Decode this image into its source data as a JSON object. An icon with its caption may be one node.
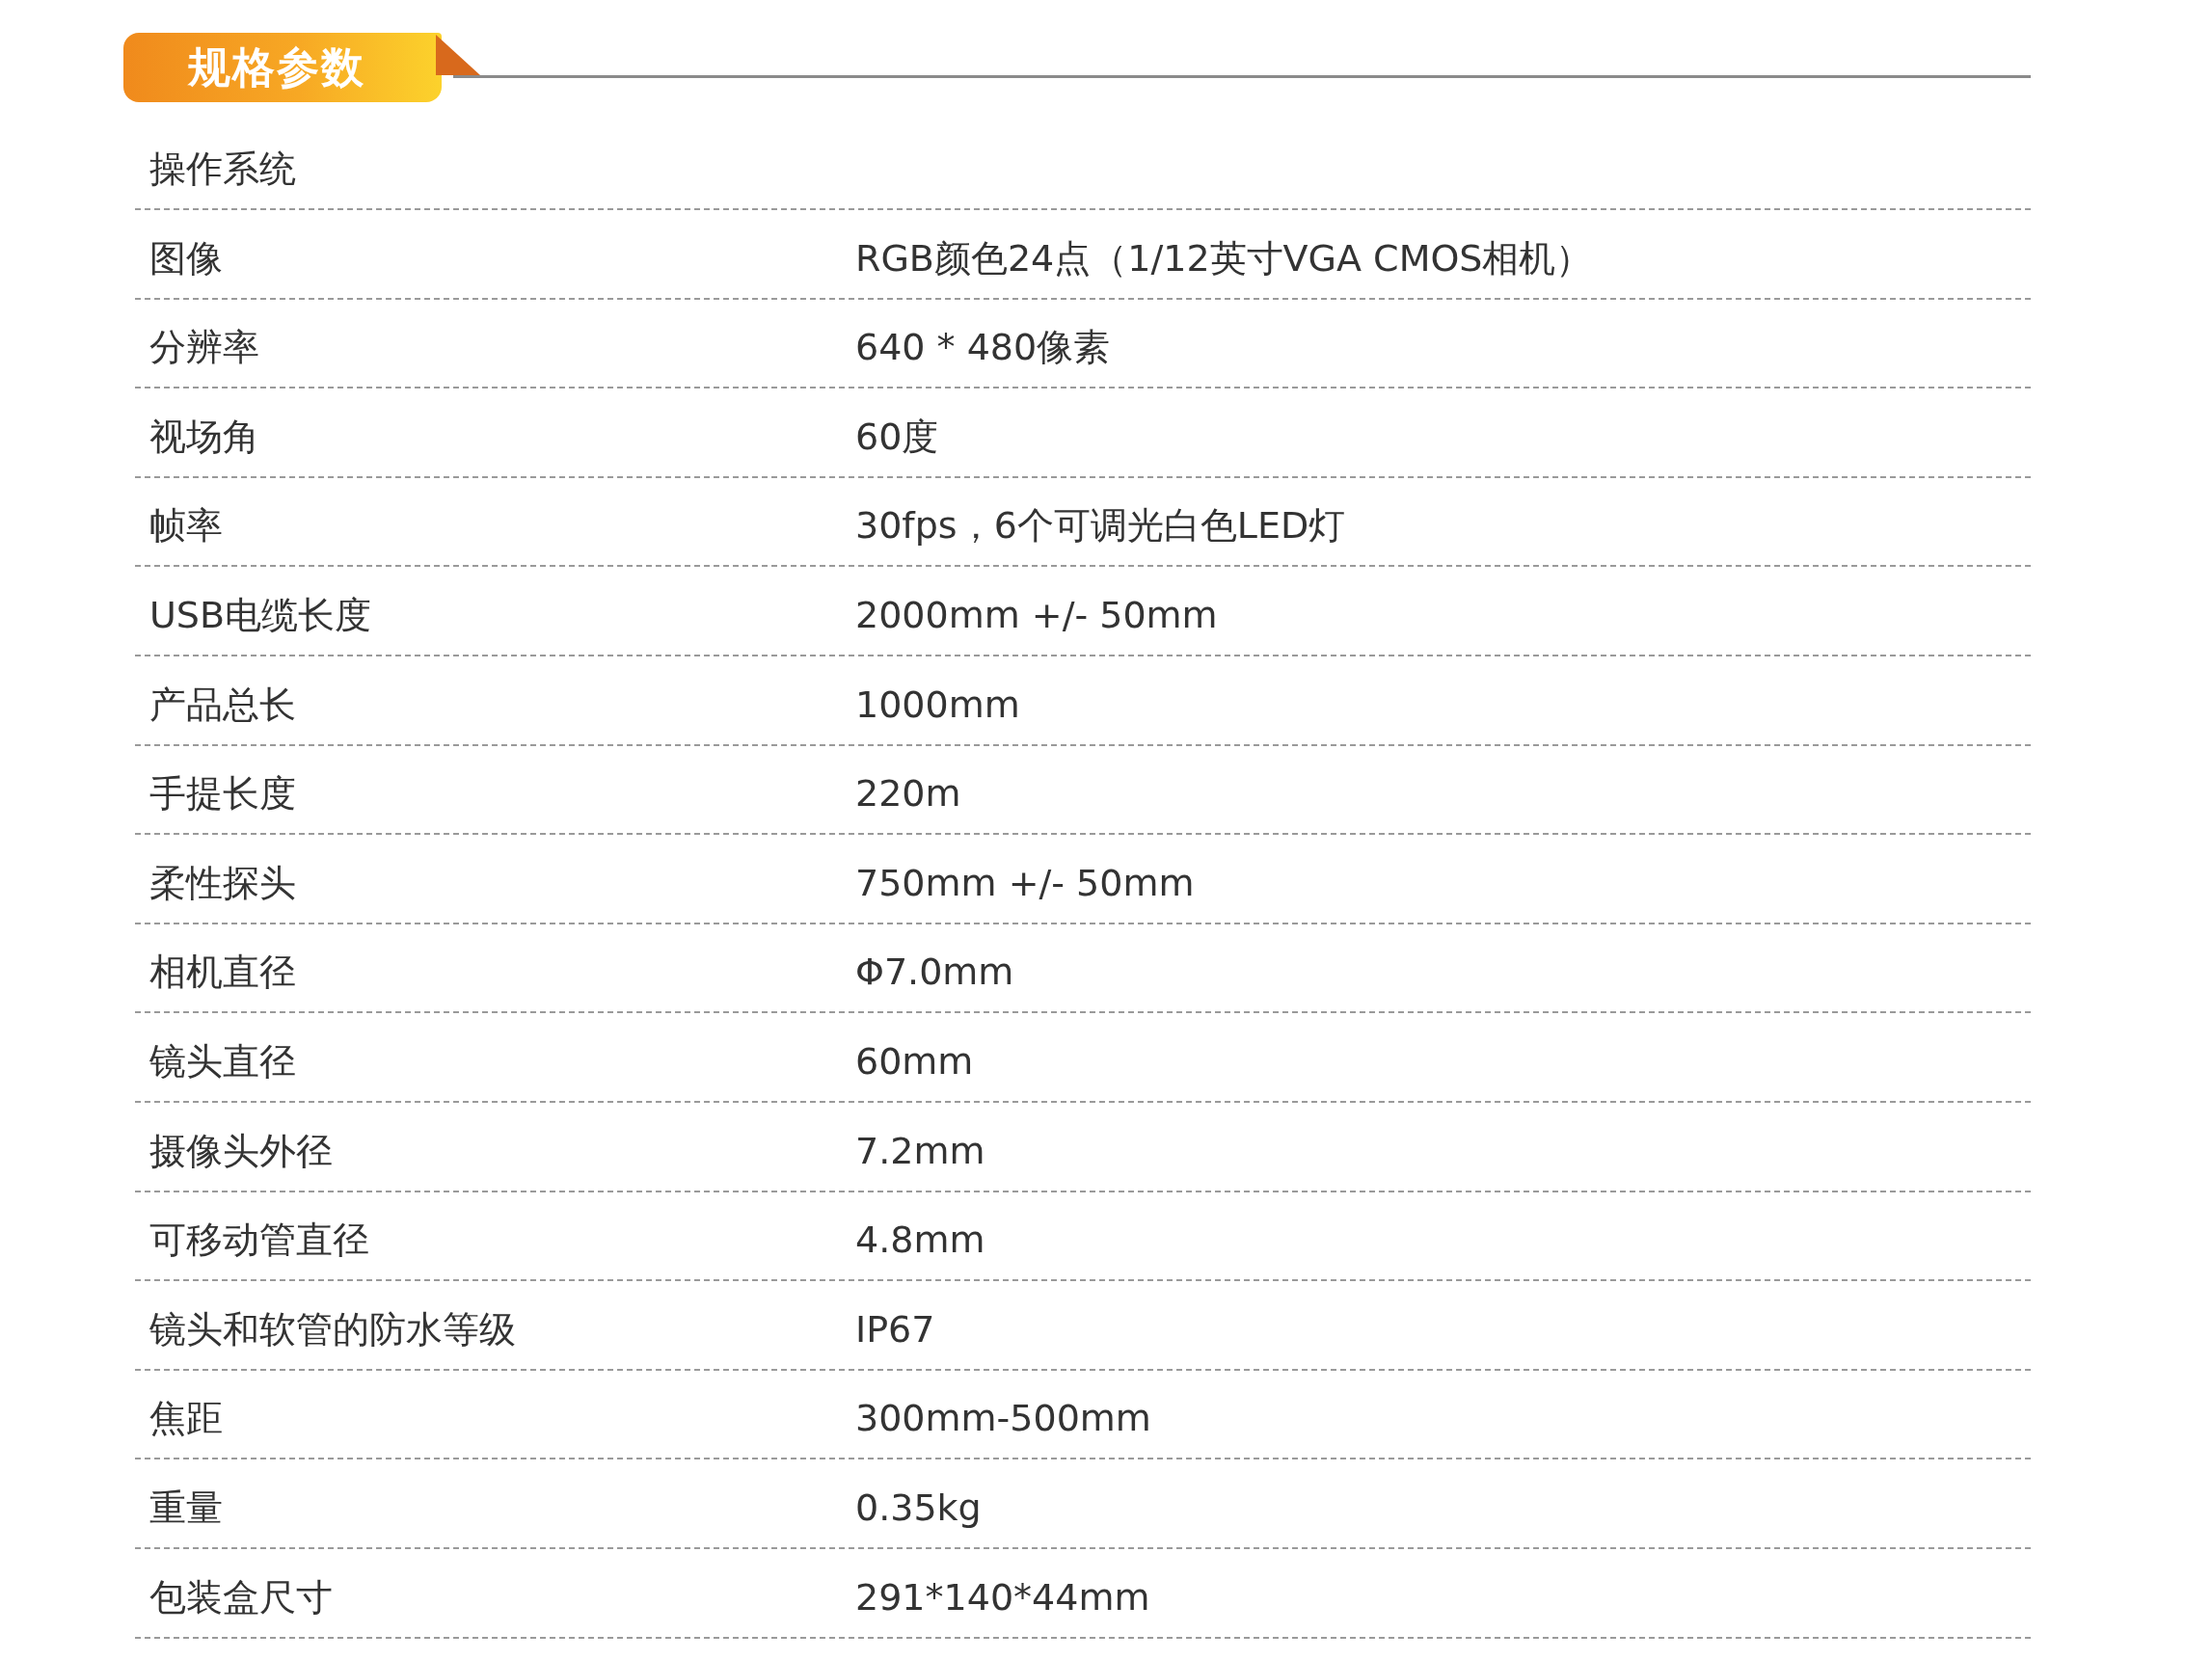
{
  "diagram": {
    "title": "规格参数",
    "labels": [
      "操作系统",
      "图像",
      "RGB颜色24点（1/12英寸VGA CMOS相机）",
      "分辨率",
      "640 * 480像素",
      "视场角",
      "60度",
      "帧率",
      "30fps，6个可调光白色LED灯",
      "USB电缆长度",
      "2000mm +/- 50mm",
      "产品总长",
      "1000mm",
      "手提长度",
      "220m",
      "柔性探头",
      "750mm +/- 50mm",
      "相机直径",
      "Φ7.0mm",
      "镜头直径",
      "60mm",
      "摄像头外径",
      "7.2mm",
      "可移动管直径",
      "4.8mm",
      "镜头和软管的防水等级",
      "IP67",
      "焦距",
      "300mm-500mm",
      "重量",
      "0.35kg",
      "包装盒尺寸",
      "291*140*44mm"
    ]
  }
}
